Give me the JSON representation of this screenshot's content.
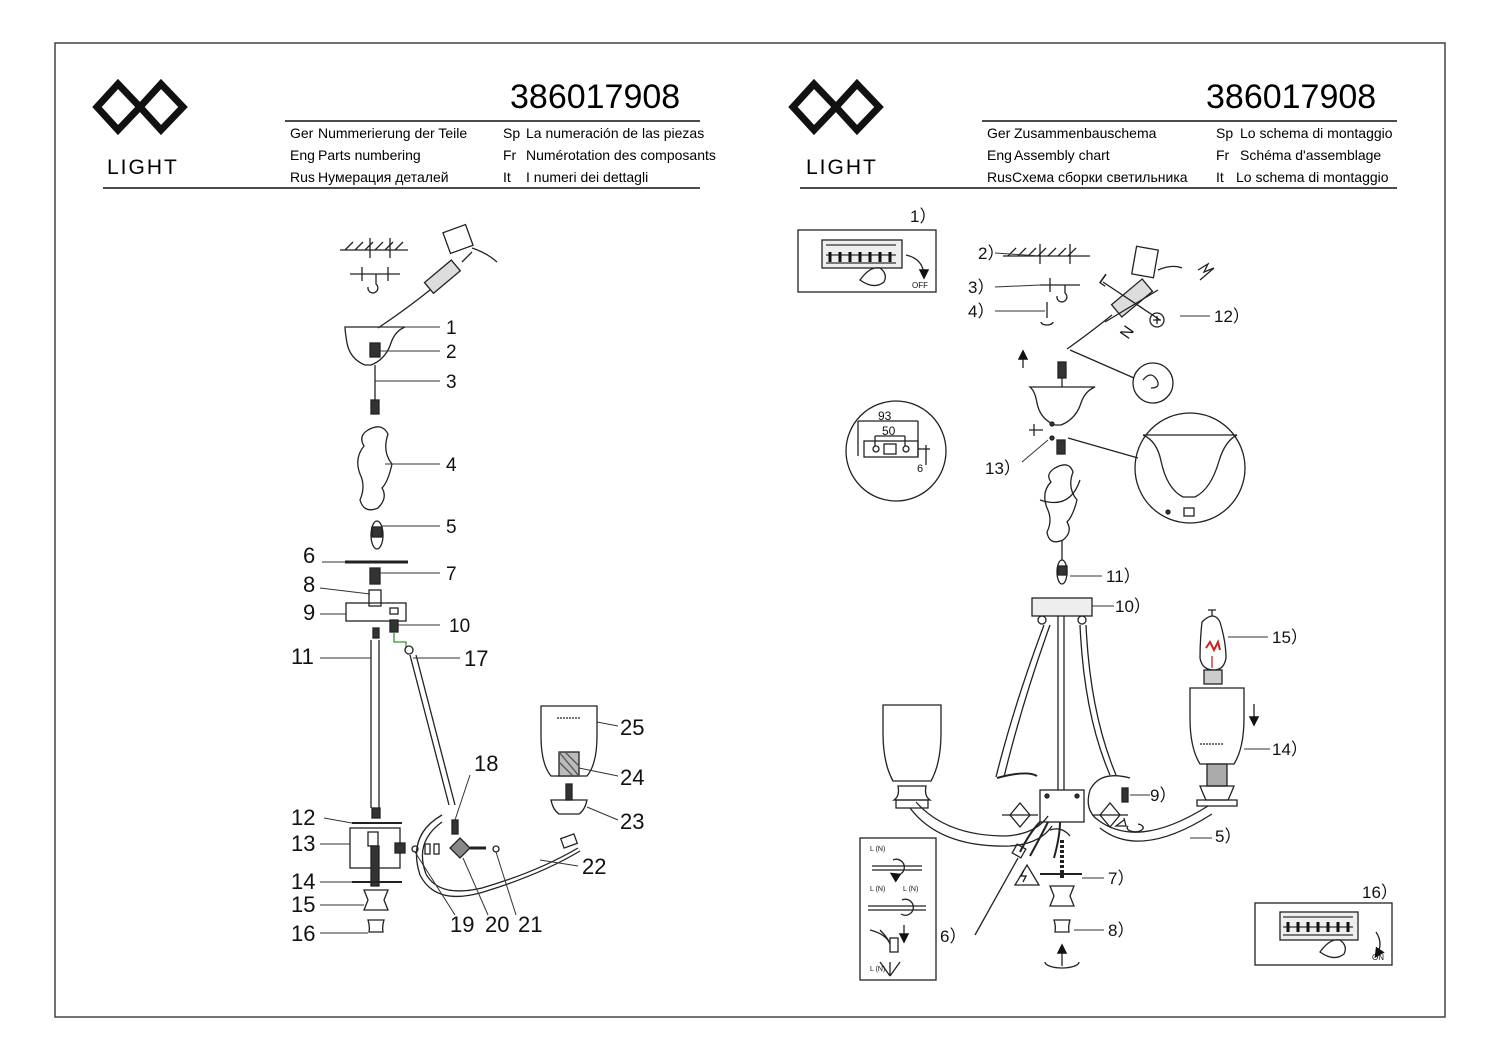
{
  "pages": [
    {
      "code": "386017908",
      "logo_text": "LIGHT",
      "header_left": [
        {
          "lang": "Ger",
          "text": "Nummerierung der Teile"
        },
        {
          "lang": "Eng",
          "text": "Parts numbering"
        },
        {
          "lang": "Rus",
          "text": "Нумерация деталей"
        }
      ],
      "header_right": [
        {
          "lang": "Sp",
          "text": "La numeración de las piezas"
        },
        {
          "lang": "Fr",
          "text": "Numérotation des composants"
        },
        {
          "lang": "It",
          "text": "I numeri dei dettagli"
        }
      ]
    },
    {
      "code": "386017908",
      "logo_text": "LIGHT",
      "header_left": [
        {
          "lang": "Ger",
          "text": "Zusammenbauschema"
        },
        {
          "lang": "Eng",
          "text": "Assembly chart"
        },
        {
          "lang": "Rus",
          "text": "Схема сборки светильника"
        }
      ],
      "header_right": [
        {
          "lang": "Sp",
          "text": "Lo schema di montaggio"
        },
        {
          "lang": "Fr",
          "text": "Schéma d'assemblage"
        },
        {
          "lang": "It",
          "text": "Lo schema di montaggio"
        }
      ]
    }
  ],
  "parts_labels": [
    "1",
    "2",
    "3",
    "4",
    "5",
    "6",
    "7",
    "8",
    "9",
    "10",
    "11",
    "12",
    "13",
    "14",
    "15",
    "16",
    "17",
    "18",
    "19",
    "20",
    "21",
    "22",
    "23",
    "24",
    "25"
  ],
  "assembly_steps": [
    "1）",
    "2）",
    "3）",
    "4）",
    "5）",
    "6）",
    "7）",
    "8）",
    "9）",
    "10）",
    "11）",
    "12）",
    "13）",
    "14）",
    "15）",
    "16）"
  ],
  "wiring_letters": {
    "live": "L",
    "neutral": "N"
  },
  "switch_states": {
    "off": "OFF",
    "on": "ON"
  },
  "wiring_box_labels": [
    "L (N)",
    "L (N)",
    "L (N)",
    "L (N)"
  ],
  "bracket_dims": {
    "outer": "93",
    "inner": "50",
    "depth": "6"
  }
}
